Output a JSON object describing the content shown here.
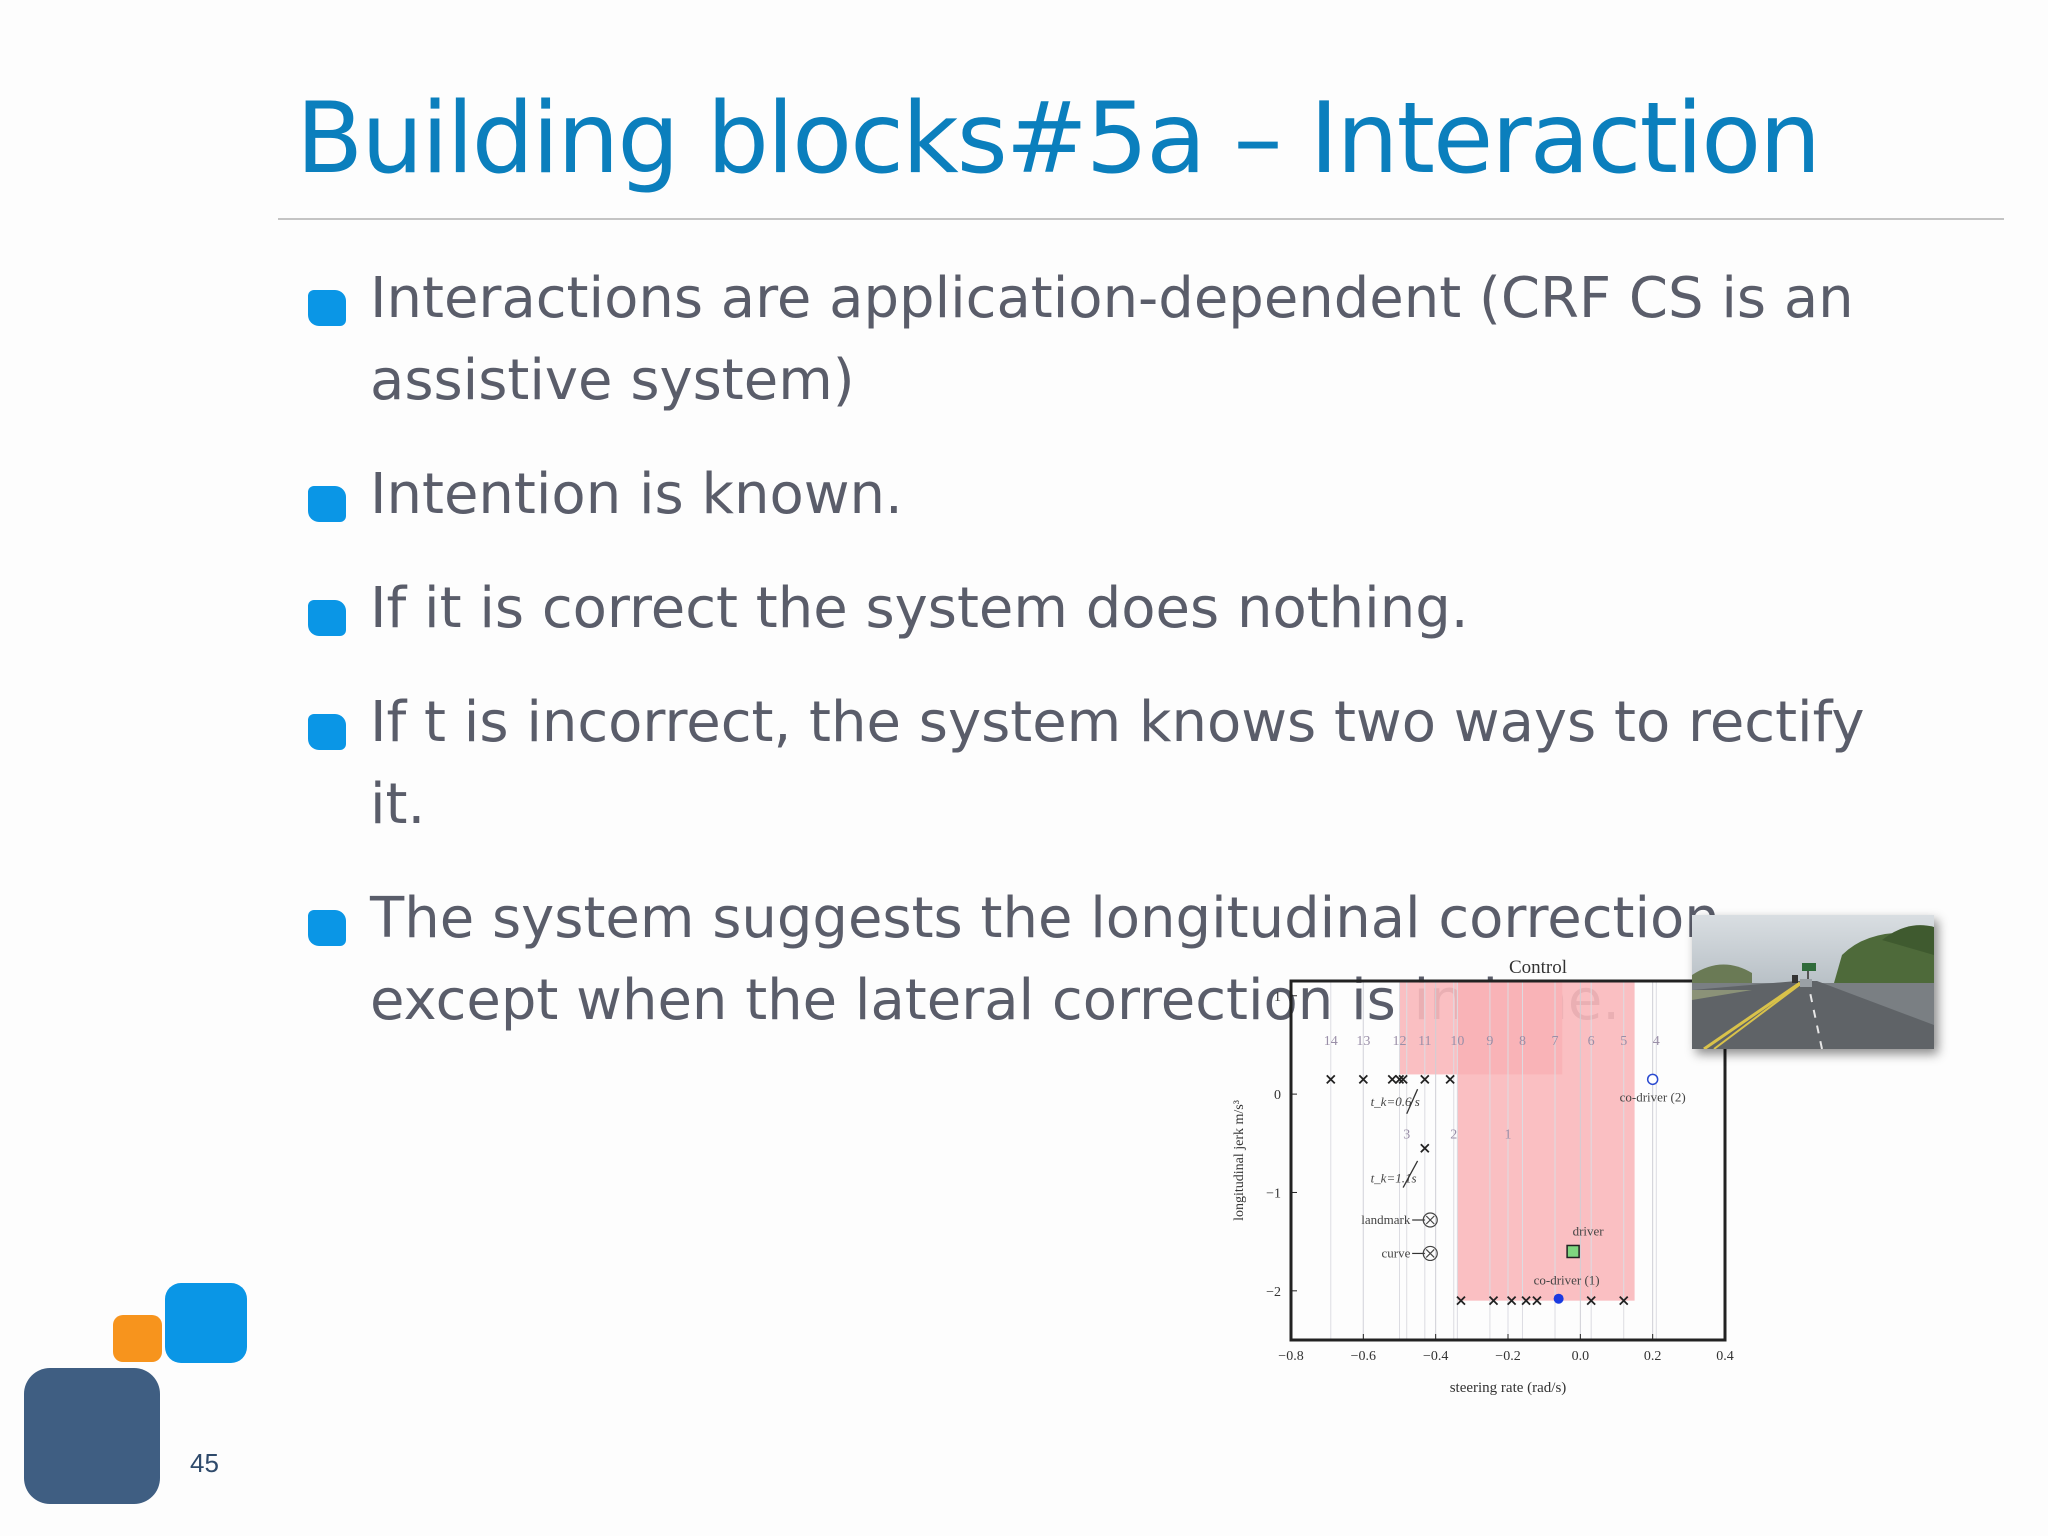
{
  "slide": {
    "title": "Building blocks#5a – Interaction",
    "page_number": "45",
    "bullets": [
      "Interactions are application-dependent (CRF CS is an assistive system)",
      "Intention is known.",
      "If it is correct the system does nothing.",
      "If t is incorrect, the system knows two ways to rectify it.",
      "The system suggests the longitudinal correction, except when the lateral correction is in lane."
    ]
  },
  "colors": {
    "title": "#0b7fbd",
    "bullet_marker": "#0a96e6",
    "body_text": "#5a5d6a",
    "logo_navy": "#3f5e82",
    "logo_blue": "#0a96e6",
    "logo_orange": "#f7941d",
    "region_light": "#f9b8bb",
    "region_dark": "#f07c85",
    "driver_marker": "#7fd67f",
    "co_driver_1_marker": "#1a3ae0"
  },
  "chart_data": {
    "type": "scatter",
    "title": "Control",
    "xlabel": "steering rate (rad/s)",
    "ylabel": "longitudinal jerk m/s³",
    "xlim": [
      -0.8,
      0.4
    ],
    "ylim": [
      -2.5,
      1.15
    ],
    "x_ticks": [
      "−0.8",
      "−0.6",
      "−0.4",
      "−0.2",
      "0.0",
      "0.2",
      "0.4"
    ],
    "y_ticks": [
      "1",
      "0",
      "−1",
      "−2"
    ],
    "grid": "vertical",
    "regions": [
      {
        "shade": "light",
        "x": [
          -0.5,
          -0.05
        ],
        "y": [
          0.2,
          1.45
        ]
      },
      {
        "shade": "dark",
        "x": [
          -0.34,
          -0.05
        ],
        "y": [
          0.2,
          1.45
        ]
      },
      {
        "shade": "light",
        "x": [
          -0.34,
          0.15
        ],
        "y": [
          -2.1,
          1.45
        ]
      }
    ],
    "candidate_labels": [
      {
        "label": "14",
        "x": -0.69,
        "y": 0.5
      },
      {
        "label": "13",
        "x": -0.6,
        "y": 0.5
      },
      {
        "label": "12",
        "x": -0.5,
        "y": 0.5
      },
      {
        "label": "11",
        "x": -0.43,
        "y": 0.5
      },
      {
        "label": "10",
        "x": -0.34,
        "y": 0.5
      },
      {
        "label": "9",
        "x": -0.25,
        "y": 0.5
      },
      {
        "label": "8",
        "x": -0.16,
        "y": 0.5
      },
      {
        "label": "7",
        "x": -0.07,
        "y": 0.5
      },
      {
        "label": "6",
        "x": 0.03,
        "y": 0.5
      },
      {
        "label": "5",
        "x": 0.12,
        "y": 0.5
      },
      {
        "label": "4",
        "x": 0.21,
        "y": 0.5
      },
      {
        "label": "3",
        "x": -0.48,
        "y": -0.45
      },
      {
        "label": "2",
        "x": -0.35,
        "y": -0.45
      },
      {
        "label": "1",
        "x": -0.2,
        "y": -0.45
      }
    ],
    "candidate_points": [
      {
        "x": -0.69,
        "y": 0.15
      },
      {
        "x": -0.6,
        "y": 0.15
      },
      {
        "x": -0.52,
        "y": 0.15
      },
      {
        "x": -0.5,
        "y": 0.15
      },
      {
        "x": -0.49,
        "y": 0.15
      },
      {
        "x": -0.43,
        "y": 0.15
      },
      {
        "x": -0.36,
        "y": 0.15
      },
      {
        "x": -0.43,
        "y": -0.55
      },
      {
        "x": -0.33,
        "y": -2.1
      },
      {
        "x": -0.24,
        "y": -2.1
      },
      {
        "x": -0.19,
        "y": -2.1
      },
      {
        "x": -0.15,
        "y": -2.1
      },
      {
        "x": -0.12,
        "y": -2.1
      },
      {
        "x": 0.03,
        "y": -2.1
      },
      {
        "x": 0.12,
        "y": -2.1
      }
    ],
    "named_points": [
      {
        "name": "co-driver (2)",
        "x": 0.2,
        "y": 0.15,
        "marker": "open-circle"
      },
      {
        "name": "driver",
        "x": -0.02,
        "y": -1.6,
        "marker": "square"
      },
      {
        "name": "co-driver (1)",
        "x": -0.06,
        "y": -2.08,
        "marker": "filled-circle"
      }
    ],
    "legend_markers": [
      {
        "label": "landmark",
        "marker": "circled-x"
      },
      {
        "label": "curve",
        "marker": "circled-x"
      }
    ],
    "annotations": [
      {
        "text": "t_k=0.6 s"
      },
      {
        "text": "t_k=1.1s"
      }
    ]
  }
}
